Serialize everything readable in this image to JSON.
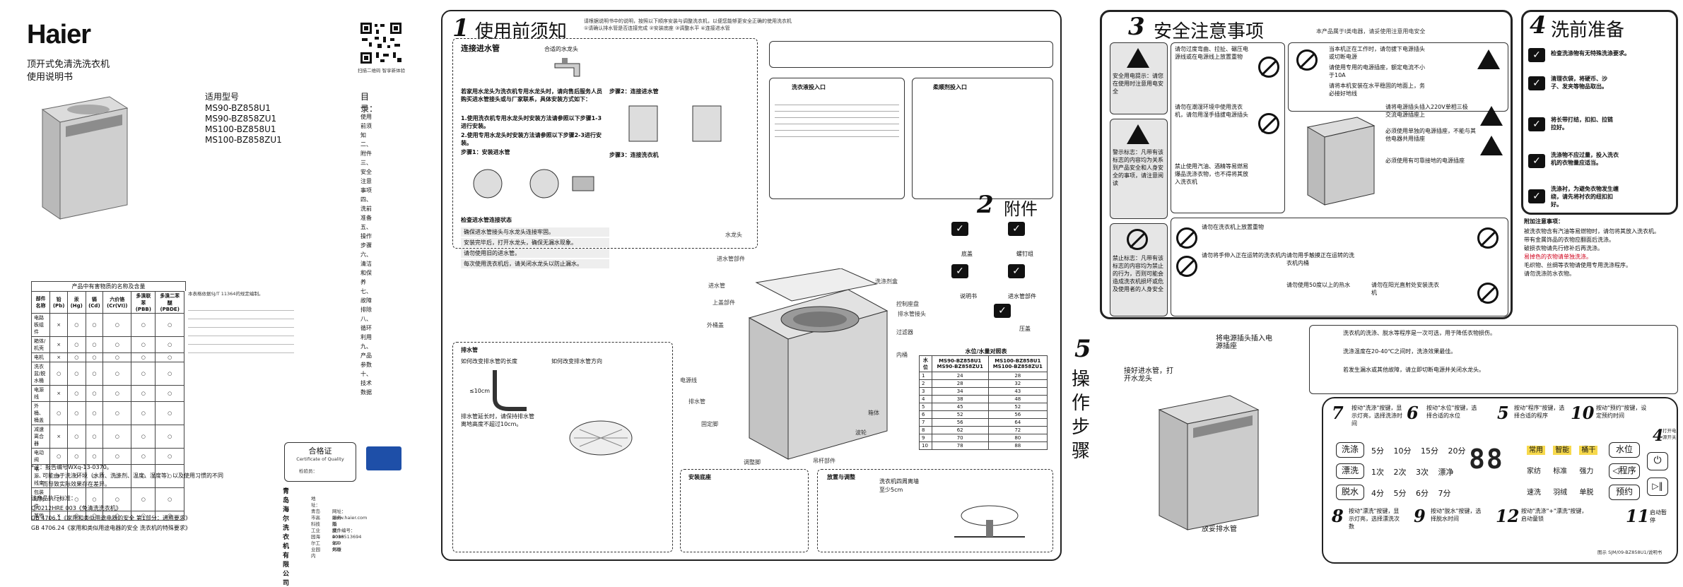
{
  "cover": {
    "brand": "Haier",
    "product_line1": "顶开式免清洗洗衣机",
    "product_line2": "使用说明书",
    "models_title": "适用型号",
    "models": [
      "MS90-BZ858U1",
      "MS90-BZ858ZU1",
      "MS100-BZ858U1",
      "MS100-BZ858ZU1"
    ],
    "toc_title": "目录：",
    "toc": [
      "一、使用前须知",
      "二、附件",
      "三、安全注意事项",
      "四、洗前准备",
      "五、操作步骤",
      "六、清洁和保养",
      "七、故障排除",
      "八、循环利用",
      "九、产品参数",
      "十、技术数据"
    ],
    "qr_caption": "扫描二维码 智享新体验",
    "hazard_table_title": "产品中有害物质的名称及含量",
    "hazard_cols": [
      "部件名称",
      "铅(Pb)",
      "汞(Hg)",
      "镉(Cd)",
      "六价铬(Cr(VI))",
      "多溴联苯(PBB)",
      "多溴二苯醚(PBDE)"
    ],
    "hazard_rows": [
      [
        "电路板组件",
        "×",
        "○",
        "○",
        "○",
        "○",
        "○"
      ],
      [
        "箱体/机壳",
        "×",
        "○",
        "○",
        "○",
        "○",
        "○"
      ],
      [
        "电机",
        "×",
        "○",
        "○",
        "○",
        "○",
        "○"
      ],
      [
        "洗衣盆/脱水桶",
        "○",
        "○",
        "○",
        "○",
        "○",
        "○"
      ],
      [
        "电源线",
        "×",
        "○",
        "○",
        "○",
        "○",
        "○"
      ],
      [
        "外桶、桶盖",
        "○",
        "○",
        "○",
        "○",
        "○",
        "○"
      ],
      [
        "减速离合器",
        "×",
        "○",
        "○",
        "○",
        "○",
        "○"
      ],
      [
        "电动阀",
        "○",
        "○",
        "○",
        "○",
        "○",
        "○"
      ],
      [
        "电源、线束",
        "×",
        "○",
        "○",
        "○",
        "○",
        "○"
      ],
      [
        "包装印刷件",
        "○",
        "○",
        "○",
        "○",
        "○",
        "○"
      ],
      [
        "其他",
        "×",
        "○",
        "○",
        "○",
        "○",
        "○"
      ]
    ],
    "hazard_note": "本表格依据SJ/T 11364的规定编制。",
    "report_no": "*注：报告编号WXq-13-0370。",
    "report_desc1": "可能由于洗涤环境（水质、洗涤剂、温度、湿度等）以及使用习惯的不同",
    "report_desc2": "而导致实际效果存在差异。",
    "standards_title": "该产品执行标准：",
    "standards": [
      "Q/0212HRE 003《免清洗洗衣机》",
      "GB 4706.1《家用和类似用途电器的安全 第1部分：通用要求》",
      "GB 4706.24《家用和类似用途电器的安全 洗衣机的特殊要求》"
    ],
    "cert_title": "合格证",
    "cert_sub": "Certificate of Quality",
    "cert_inspector": "检验员：",
    "company": "青岛海尔洗衣机有限公司",
    "address": "地址：青岛市高科技工业园海尔工业园内",
    "website": "网址：www.haier.com",
    "service": "服务热线：4006 999 999",
    "edition": "版次：2018年7月版",
    "doc_no": "文件编号：0030513694"
  },
  "s1": {
    "num": "1",
    "title": "使用前须知",
    "subtitle1": "请根据说明书中的说明，按照以下顺序安装与调整洗衣机，以便您能够更安全正确的使用洗衣机",
    "subtitle2": "①请确认排水管是否连接完成 ②安装底座 ③调整水平 ④连接进水管",
    "connect_water": "连接进水管",
    "faucet_label": "合适的水龙头",
    "water_step1": "若家用水龙头为洗衣机专用水龙头时，请向售后服务人员购买进水管接头或与厂家联系，具体安装方式如下：",
    "water_step2": "1.使用洗衣机专用水龙头时安装方法请参照以下步骤1-3进行安装。",
    "water_step3": "2.使用专用水龙头时安装方法请参照以下步骤2-3进行安装。",
    "step1": "步骤1：安装进水管",
    "step2": "步骤2：连接进水管",
    "step3": "步骤3：连接洗衣机",
    "check_title": "检查进水管连接状态",
    "checks": [
      "确保进水管接头与水龙头连接牢固。",
      "安装完毕后，打开水龙头，确保无漏水现象。",
      "请勿使用旧的进水管。",
      "每次使用洗衣机后，请关闭水龙头以防止漏水。"
    ],
    "detergent_title": "洗衣液投入口",
    "softener_title": "柔顺剂投入口",
    "drain_title": "排水管",
    "drain_h1": "如何改变排水管的长度",
    "drain_h2": "如何改变排水管方向",
    "drain_len_note": "排水管延长时，请保持排水管离地高度不超过10cm。",
    "height_label": "≤10cm",
    "install_title": "安装底座",
    "level_title": "放置与调整",
    "level_note": "洗衣机四周离墙",
    "level_dist": "至少5cm",
    "parts_labels": [
      "洗涤剂盒",
      "水龙头",
      "进水管",
      "进水管部件",
      "上盖部件",
      "外桶盖",
      "电源线",
      "排水管",
      "固定脚",
      "调整脚",
      "波轮",
      "箱体",
      "内桶",
      "过滤器",
      "控制座盘",
      "吊杆部件",
      "排水管接头"
    ],
    "water_table_title": "水位/水量对照表",
    "water_cols": [
      "水位",
      "MS90-BZ858U1\nMS90-BZ858ZU1",
      "MS100-BZ858U1\nMS100-BZ858ZU1"
    ],
    "water_rows": [
      [
        "1",
        "24",
        "28"
      ],
      [
        "2",
        "28",
        "32"
      ],
      [
        "3",
        "34",
        "43"
      ],
      [
        "4",
        "38",
        "48"
      ],
      [
        "5",
        "45",
        "52"
      ],
      [
        "6",
        "52",
        "56"
      ],
      [
        "7",
        "56",
        "64"
      ],
      [
        "8",
        "62",
        "72"
      ],
      [
        "9",
        "70",
        "80"
      ],
      [
        "10",
        "78",
        "88"
      ]
    ]
  },
  "s2": {
    "num": "2",
    "title": "附件",
    "items": [
      "底盖",
      "螺钉组",
      "说明书",
      "进水管部件",
      "压盖"
    ]
  },
  "s3": {
    "num": "3",
    "title": "安全注意事项",
    "header_note": "本产品属于Ⅰ类电器，请妥使用注意用电安全",
    "warn1_title": "安全用电提示：请您在使用时注意用电安全",
    "warn2_title": "警示标志：凡带有该标志的内容均为关系到产品安全和人身安全的事项，请注意阅读",
    "warn3_title": "禁止标志：凡带有该标志的内容均为禁止的行为，否则可能会造成洗衣机损坏或危及使用者的人身安全",
    "rules_left": [
      "请勿过度弯曲、拉扯、碾压电源线或在电源线上放置重物",
      "请勿在潮湿环境中使用洗衣机，请勿用湿手插拔电源插头",
      "禁止使用汽油、酒精等易燃易爆品洗涤衣物，也不得将其放入洗衣机"
    ],
    "rules_right": [
      "当本机正在工作时，请勿拔下电源插头或切断电源",
      "请使用专用的电源插座，额定电流不小于10A",
      "请将本机安装在水平稳固的地面上，务必接好地线",
      "必须使用单独的电源插座，不能与其他电器共用插座",
      "必须使用有可靠接地的电源插座"
    ],
    "rules_bottom": [
      "请勿在洗衣机上放置重物",
      "请勿将手伸入正在运转的洗衣机内",
      "请勿用手触摸正在运转的洗衣机内桶",
      "请勿使用50度以上的热水",
      "请勿在阳光直射处安装洗衣机"
    ],
    "volt_note": "请将电源插头插入220V单相三极交流电源插座上"
  },
  "s4": {
    "num": "4",
    "title": "洗前准备",
    "items": [
      "检查洗涤物有无特殊洗涤要求。",
      "清理衣袋，将硬币、沙子、发夹等物品取出。",
      "将长带打结，扣扣、拉链拉好。",
      "洗涤物不应过量，投入洗衣机的衣物量应适当。",
      "洗涤衬，为避免衣物发生缠绕，请先将衬衣的纽扣扣好。"
    ],
    "attach_title": "附加注意事项：",
    "attach_items": [
      "被洗衣物含有汽油等易燃物时，请勿将其放入洗衣机。",
      "带有金属饰品的衣物应翻面后洗涤。",
      "破损衣物请先行修补后再洗涤。",
      "易掉色的衣物请单独洗涤。",
      "毛织物、丝绸等衣物请使用专用洗涤程序。",
      "请勿洗涤防水衣物。"
    ]
  },
  "s5": {
    "num": "5",
    "title_chars": [
      "操",
      "作",
      "步",
      "骤"
    ],
    "step1": "接好进水管，打开水龙头",
    "step2": "将电源插头插入电源插座",
    "step3": "放妥排水管",
    "note_lines": [
      "洗衣机的洗涤、脱水等程序是一次可选，用于降低衣物损伤。",
      "洗涤温度在20-40℃之间时，洗涤效果最佳。",
      "若发生漏水或其他故障，请立即切断电源并关闭水龙头。"
    ],
    "ops": [
      {
        "n": "7",
        "text": "按动\"洗涤\"按键，显示灯亮，选择洗涤时间"
      },
      {
        "n": "6",
        "text": "按动\"水位\"按键，选择合适的水位"
      },
      {
        "n": "5",
        "text": "按动\"程序\"按键，选择合适的程序"
      },
      {
        "n": "10",
        "text": "按动\"预约\"按键，设定预约时间"
      },
      {
        "n": "8",
        "text": "按动\"漂洗\"按键，显示灯亮，选择漂洗次数"
      },
      {
        "n": "9",
        "text": "按动\"脱水\"按键，选择脱水时间"
      },
      {
        "n": "12",
        "text": "按动\"洗涤\"+\"漂洗\"按键，启动童锁"
      },
      {
        "n": "11",
        "text": "启动暂停"
      },
      {
        "n": "4",
        "text": "打开电源开关"
      }
    ],
    "btn_wash": "洗涤",
    "btn_rinse": "漂洗",
    "btn_spin": "脱水",
    "wash_times": [
      "5分",
      "10分",
      "15分",
      "20分"
    ],
    "rinse_times": [
      "1次",
      "2次",
      "3次",
      "漂净"
    ],
    "spin_times": [
      "4分",
      "5分",
      "6分",
      "7分"
    ],
    "programs_row1": [
      "常用",
      "智能",
      "桶干"
    ],
    "programs_row2": [
      "家纺",
      "标准",
      "强力"
    ],
    "programs_row3": [
      "速洗",
      "羽绒",
      "单脱"
    ],
    "btn_level": "水位",
    "btn_program": "◁程序",
    "btn_reserve": "预约",
    "display": "88",
    "bottom_code": "图示 SJM/09-BZ858U1/说明书"
  }
}
